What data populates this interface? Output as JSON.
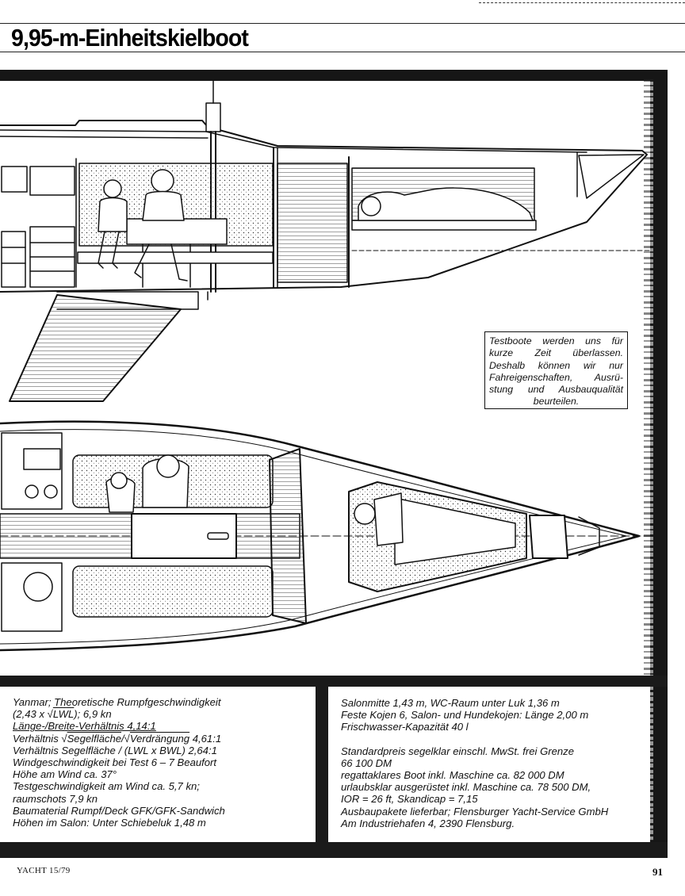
{
  "header": {
    "title": "9,95-m-Einheitskielboot"
  },
  "note": {
    "lines": [
      "Testboote werden uns für",
      "kurze Zeit überlassen.",
      "Deshalb können wir nur",
      "Fahreigenschaften, Ausrü-",
      "stung und Ausbauqualität",
      "beurteilen."
    ]
  },
  "specs_left": {
    "l1": "Yanmar; Theoretische Rumpfgeschwindigkeit",
    "l2a": "(2,43 x √",
    "l2b": "LWL",
    "l2c": "); 6,9 kn",
    "l3a": "Länge-/Breite-Verhältnis 4,14:1",
    "l4a": "Verhältnis √",
    "l4b": "Segelfläche",
    "l4c": "/√",
    "l4d": "Verdrängung",
    "l4e": " 4,61:1",
    "l5": "Verhältnis Segelfläche / (LWL x BWL) 2,64:1",
    "l6": "Windgeschwindigkeit bei Test 6 – 7 Beaufort",
    "l7": "Höhe am Wind ca. 37°",
    "l8": "Testgeschwindigkeit am Wind ca. 5,7 kn;",
    "l9": "raumschots 7,9 kn",
    "l10": "Baumaterial Rumpf/Deck GFK/GFK-Sandwich",
    "l11": "Höhen im Salon: Unter Schiebeluk 1,48 m"
  },
  "specs_right": {
    "l1": "Salonmitte 1,43 m, WC-Raum unter Luk 1,36 m",
    "l2": "Feste Kojen 6, Salon- und Hundekojen: Länge 2,00 m",
    "l3": "Frischwasser-Kapazität 40 l",
    "l4": "Standardpreis segelklar einschl. MwSt. frei Grenze",
    "l5": "66 100 DM",
    "l6": "regattaklares Boot inkl. Maschine ca. 82 000 DM",
    "l7": "urlaubsklar ausgerüstet inkl. Maschine ca. 78 500 DM,",
    "l8": "IOR = 26 ft, Skandicap = 7,15",
    "l9": "Ausbaupakete lieferbar; Flensburger Yacht-Service GmbH",
    "l10": "Am Industriehafen 4, 2390 Flensburg."
  },
  "footer": {
    "magazine": "YACHT 15/79",
    "page_number": "91"
  },
  "colors": {
    "ink": "#111111",
    "paper": "#ffffff",
    "frame": "#161616"
  }
}
